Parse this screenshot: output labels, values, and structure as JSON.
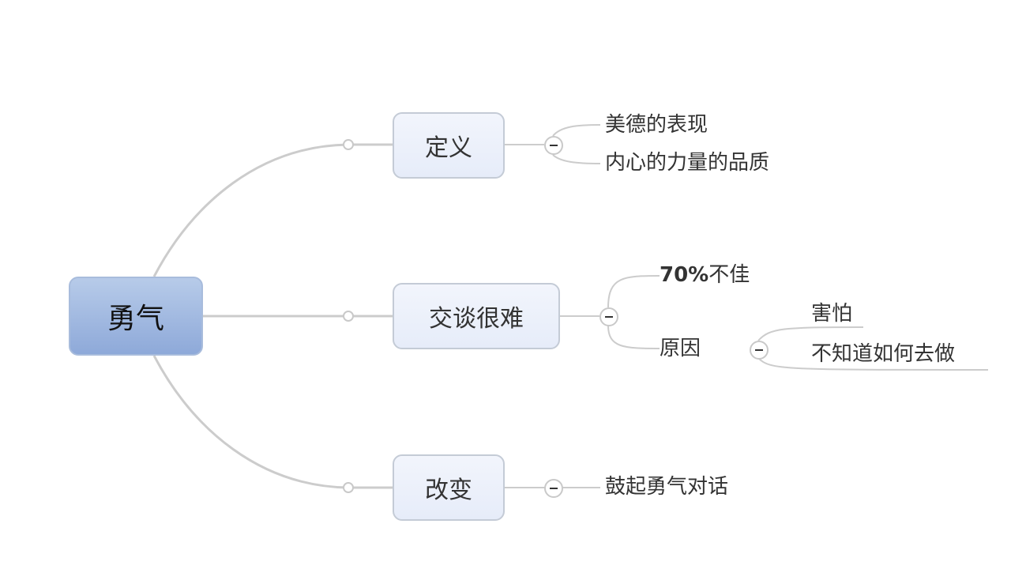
{
  "root": {
    "label": "勇气"
  },
  "branches": [
    {
      "label": "定义",
      "children": [
        "美德的表现",
        "内心的力量的品质"
      ]
    },
    {
      "label": "交谈很难",
      "children": [
        {
          "bold": "70%",
          "rest": "不佳"
        },
        {
          "label": "原因",
          "children": [
            "害怕",
            "不知道如何去做"
          ]
        }
      ]
    },
    {
      "label": "改变",
      "children": [
        "鼓起勇气对话"
      ]
    }
  ],
  "colors": {
    "root_fill": "#8ea9d9",
    "branch_fill": "#e6ecf9",
    "line": "#cccccc",
    "text": "#333333"
  },
  "icons": {
    "collapse": "minus-circle-icon",
    "expand": "circle-icon"
  }
}
